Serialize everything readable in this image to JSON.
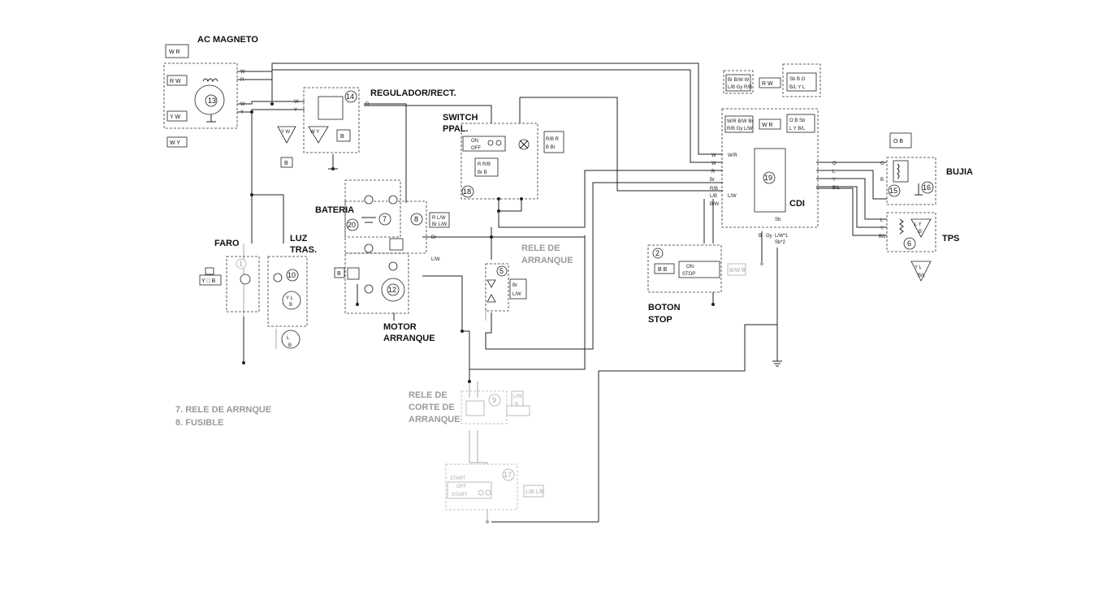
{
  "labels": {
    "ac_magneto": "AC MAGNETO",
    "regulador": "REGULADOR/RECT.",
    "switch_ppal_1": "SWITCH",
    "switch_ppal_2": "PPAL.",
    "bateria": "BATERIA",
    "faro": "FARO",
    "luz_tras_1": "LUZ",
    "luz_tras_2": "TRAS.",
    "rele_arranque_1": "RELE DE",
    "rele_arranque_2": "ARRANQUE",
    "motor_arranque_1": "MOTOR",
    "motor_arranque_2": "ARRANQUE",
    "boton_stop_1": "BOTON",
    "boton_stop_2": "STOP",
    "cdi": "CDI",
    "bujia": "BUJIA",
    "tps": "TPS",
    "rele_corte_1": "RELE DE",
    "rele_corte_2": "CORTE DE",
    "rele_corte_3": "ARRANQUE",
    "note_7": "7. RELE DE ARRNQUE",
    "note_8": "8. FUSIBLE"
  },
  "component_numbers": {
    "c1": "1",
    "c2": "2",
    "c5": "5",
    "c6": "6",
    "c7": "7",
    "c8": "8",
    "c9": "9",
    "c10": "10",
    "c12": "12",
    "c13": "13",
    "c14": "14",
    "c15": "15",
    "c16": "16",
    "c17": "17",
    "c18": "18",
    "c19": "19",
    "c20": "20"
  },
  "switch_states": {
    "main_on": "ON",
    "main_off": "OFF",
    "stop_on": "ON",
    "stop_stop": "STOP",
    "start_start": "START",
    "start_off": "OFF",
    "start_start2": "START"
  },
  "wire_colors": {
    "W": "W",
    "R": "R",
    "Y": "Y",
    "Br": "Br",
    "RB": "R/B",
    "LB": "L/B",
    "BW": "B/W",
    "WR": "W/R",
    "LW": "L/W",
    "O": "O",
    "L": "L",
    "B": "B",
    "Sb": "Sb",
    "BL": "B/L",
    "Gy": "Gy",
    "LW1": "L/W*1",
    "Sb2": "Sb*2"
  },
  "colors": {
    "ink": "#222222",
    "faded": "#a8a8a8"
  }
}
